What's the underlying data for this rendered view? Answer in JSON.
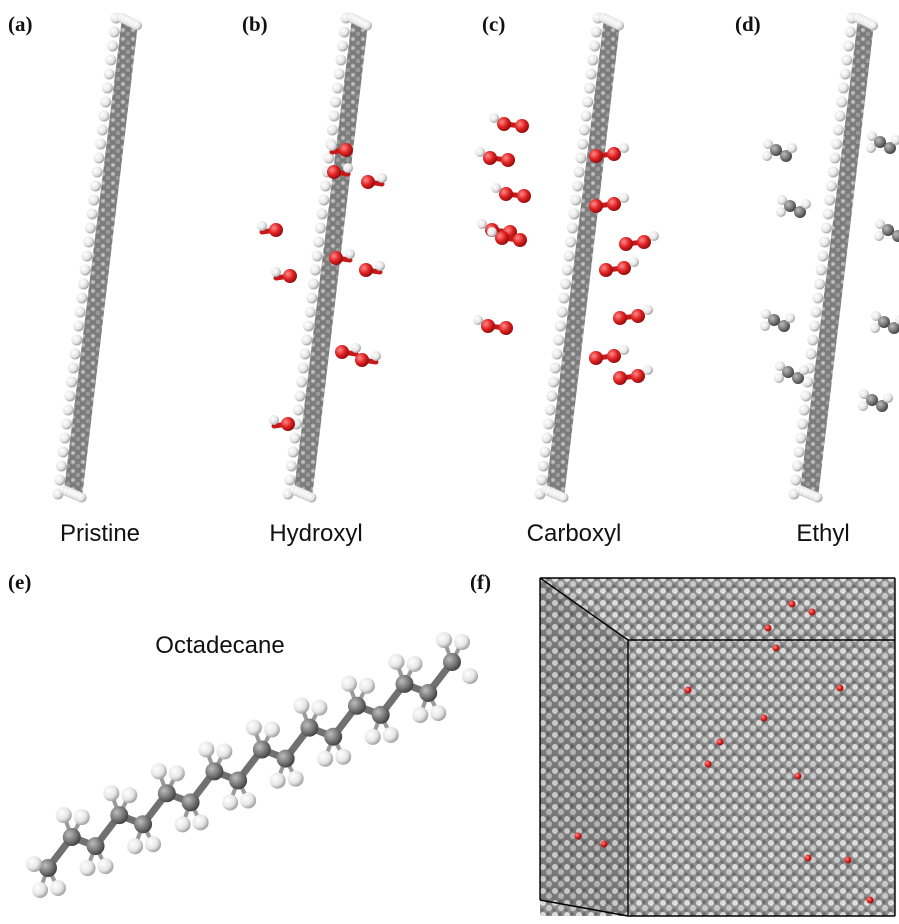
{
  "panels": [
    {
      "letter": "(a)",
      "caption": "Pristine"
    },
    {
      "letter": "(b)",
      "caption": "Hydroxyl"
    },
    {
      "letter": "(c)",
      "caption": "Carboxyl"
    },
    {
      "letter": "(d)",
      "caption": "Ethyl"
    },
    {
      "letter": "(e)",
      "caption": "Octadecane"
    },
    {
      "letter": "(f)",
      "caption": ""
    }
  ],
  "colors": {
    "carbon": "#6d6d6d",
    "carbon_highlight": "#a5a5a5",
    "hydrogen": "#ececec",
    "oxygen": "#d01e1e",
    "box_edge": "#000000"
  },
  "icons": [
    "graphene-sheet",
    "hydroxyl-group",
    "carboxyl-group",
    "ethyl-group",
    "octadecane-chain",
    "simulation-box"
  ]
}
